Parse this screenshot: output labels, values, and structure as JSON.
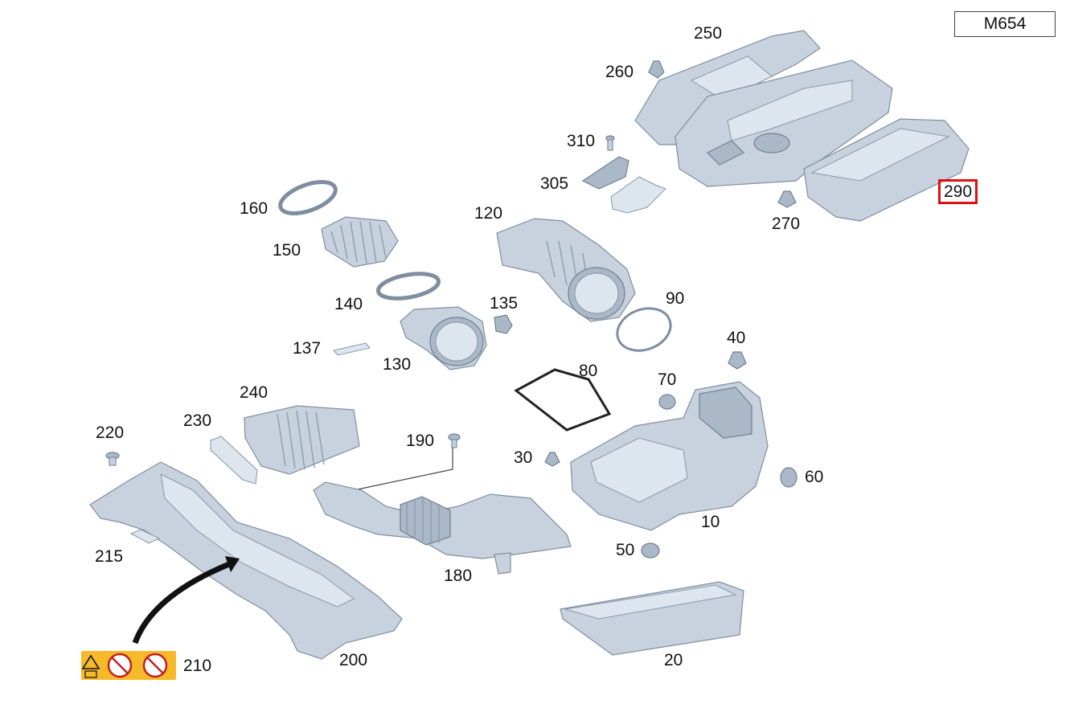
{
  "diagram": {
    "model_code": "M654",
    "highlighted_callout": "290",
    "callouts": {
      "c10": "10",
      "c20": "20",
      "c30": "30",
      "c40": "40",
      "c50": "50",
      "c60": "60",
      "c70": "70",
      "c80": "80",
      "c90": "90",
      "c120": "120",
      "c130": "130",
      "c135": "135",
      "c137": "137",
      "c140": "140",
      "c150": "150",
      "c160": "160",
      "c180": "180",
      "c190": "190",
      "c200": "200",
      "c210": "210",
      "c215": "215",
      "c220": "220",
      "c230": "230",
      "c240": "240",
      "c250": "250",
      "c260": "260",
      "c270": "270",
      "c290": "290",
      "c305": "305",
      "c310": "310"
    },
    "colors": {
      "highlight": "#e01010",
      "part": "#c7d2de",
      "warning": "#f5b92a"
    }
  }
}
